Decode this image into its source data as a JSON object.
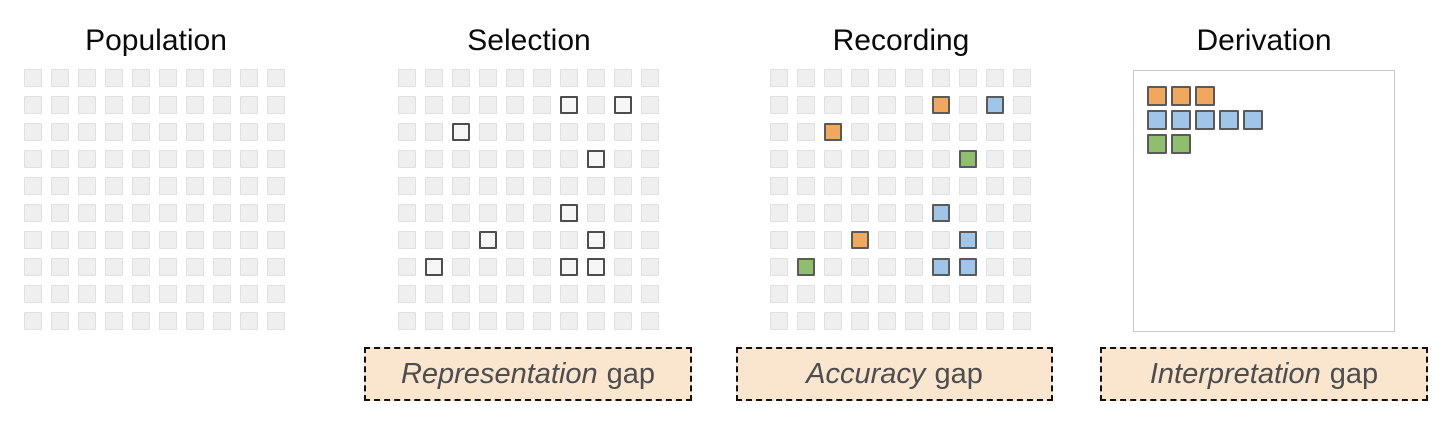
{
  "colors": {
    "orange": "#F0A85C",
    "blue": "#9FC5E8",
    "green": "#8FBE6F",
    "cell_fill": "#EFEFEF",
    "cell_border": "#E0E0E0",
    "outline_border": "#4D4D4D",
    "colored_border": "#5A5A5A",
    "derivation_box_border": "#C9C9C9",
    "gap_box_bg": "#FAE5CF",
    "gap_text": "#4D4D4D"
  },
  "panels": [
    {
      "id": "population",
      "title": "Population",
      "type": "grid",
      "rows": 10,
      "cols": 10,
      "highlights": []
    },
    {
      "id": "selection",
      "title": "Selection",
      "type": "grid",
      "rows": 10,
      "cols": 10,
      "highlights": [
        {
          "r": 1,
          "c": 6,
          "kind": "outlined"
        },
        {
          "r": 1,
          "c": 8,
          "kind": "outlined"
        },
        {
          "r": 2,
          "c": 2,
          "kind": "outlined"
        },
        {
          "r": 3,
          "c": 7,
          "kind": "outlined"
        },
        {
          "r": 5,
          "c": 6,
          "kind": "outlined"
        },
        {
          "r": 6,
          "c": 3,
          "kind": "outlined"
        },
        {
          "r": 6,
          "c": 7,
          "kind": "outlined"
        },
        {
          "r": 7,
          "c": 1,
          "kind": "outlined"
        },
        {
          "r": 7,
          "c": 6,
          "kind": "outlined"
        },
        {
          "r": 7,
          "c": 7,
          "kind": "outlined"
        }
      ],
      "gap_label": {
        "italic": "Representation",
        "rest": "gap"
      }
    },
    {
      "id": "recording",
      "title": "Recording",
      "type": "grid",
      "rows": 10,
      "cols": 10,
      "highlights": [
        {
          "r": 1,
          "c": 6,
          "kind": "orange"
        },
        {
          "r": 1,
          "c": 8,
          "kind": "blue"
        },
        {
          "r": 2,
          "c": 2,
          "kind": "orange"
        },
        {
          "r": 3,
          "c": 7,
          "kind": "green"
        },
        {
          "r": 5,
          "c": 6,
          "kind": "blue"
        },
        {
          "r": 6,
          "c": 3,
          "kind": "orange"
        },
        {
          "r": 6,
          "c": 7,
          "kind": "blue"
        },
        {
          "r": 7,
          "c": 1,
          "kind": "green"
        },
        {
          "r": 7,
          "c": 6,
          "kind": "blue"
        },
        {
          "r": 7,
          "c": 7,
          "kind": "blue"
        }
      ],
      "gap_label": {
        "italic": "Accuracy",
        "rest": "gap"
      }
    },
    {
      "id": "derivation",
      "title": "Derivation",
      "type": "tally",
      "tally": [
        {
          "color": "orange",
          "count": 3
        },
        {
          "color": "blue",
          "count": 5
        },
        {
          "color": "green",
          "count": 2
        }
      ],
      "gap_label": {
        "italic": "Interpretation",
        "rest": "gap"
      }
    }
  ]
}
